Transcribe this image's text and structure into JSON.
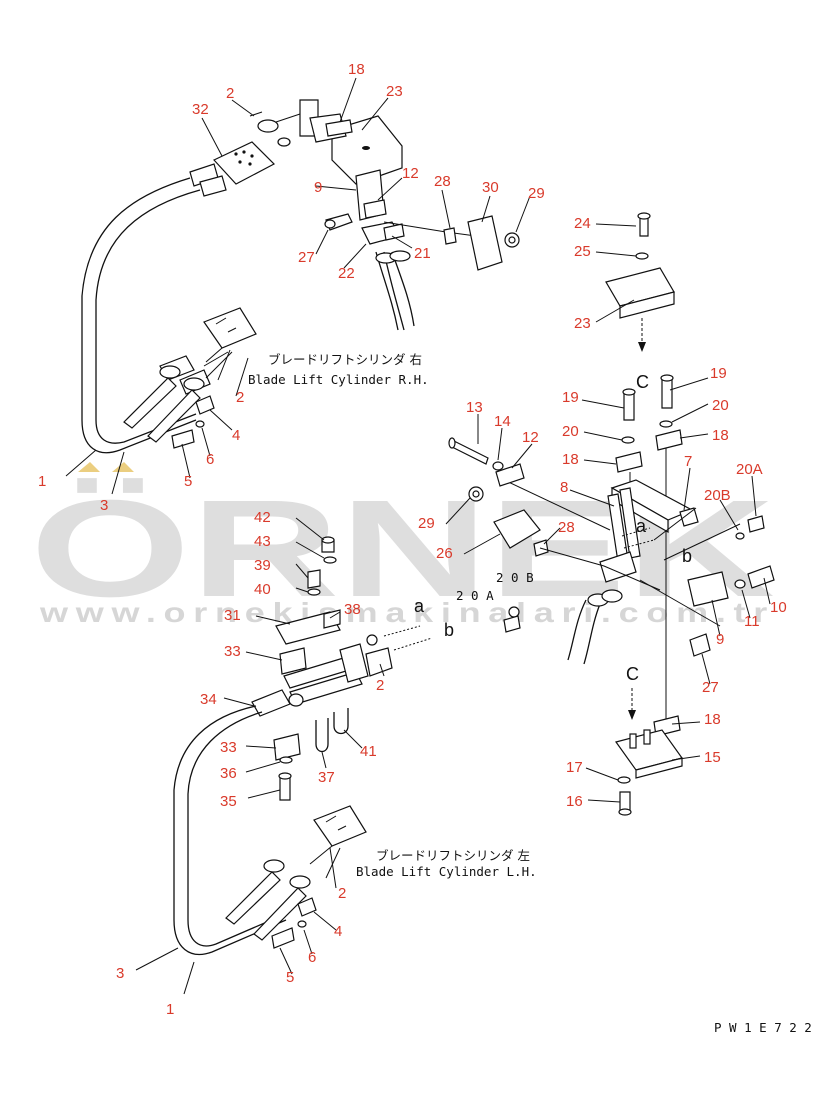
{
  "callouts": {
    "n18a": "18",
    "n2a": "2",
    "n23a": "23",
    "n32": "32",
    "n9a": "9",
    "n12a": "12",
    "n28a": "28",
    "n30": "30",
    "n29a": "29",
    "n27a": "27",
    "n22": "22",
    "n21": "21",
    "n24": "24",
    "n25": "25",
    "n23b": "23",
    "n2b": "2",
    "n4a": "4",
    "n6a": "6",
    "n5a": "5",
    "n1a": "1",
    "n3a": "3",
    "n19a": "19",
    "n19b": "19",
    "n20a": "20",
    "n20b": "20",
    "n18b": "18",
    "n18c": "18",
    "n13": "13",
    "n14": "14",
    "n12b": "12",
    "n7": "7",
    "n8": "8",
    "n20A_a": "20A",
    "n20B_a": "20B",
    "n29b": "29",
    "n26": "26",
    "n28b": "28",
    "n10": "10",
    "n11": "11",
    "n9b": "9",
    "n27b": "27",
    "n42": "42",
    "n43": "43",
    "n39": "39",
    "n40": "40",
    "n31": "31",
    "n38": "38",
    "n33a": "33",
    "n34": "34",
    "n2c": "2",
    "n33b": "33",
    "n36": "36",
    "n35": "35",
    "n37": "37",
    "n41": "41",
    "n18d": "18",
    "n15": "15",
    "n17": "17",
    "n16": "16",
    "n2d": "2",
    "n4b": "4",
    "n6b": "6",
    "n5b": "5",
    "n3b": "3",
    "n1b": "1"
  },
  "labels": {
    "rh_jp": "ブレードリフトシリンダ 右",
    "rh_en": "Blade Lift Cylinder R.H.",
    "lh_jp": "ブレードリフトシリンダ 左",
    "lh_en": "Blade Lift Cylinder L.H.",
    "view_c1": "C",
    "view_c2": "C",
    "conn_a1": "a",
    "conn_b1": "b",
    "conn_a2": "a",
    "conn_b2": "b",
    "port_20B": "2 0 B",
    "port_20A": "2 0 A",
    "drawing_code": "P W 1 E 7 2 2"
  },
  "watermark": {
    "brand": "ÖRNEK",
    "url": "www.ornekismakinalari.com.tr"
  },
  "colors": {
    "callout": "#d93a2b",
    "line": "#111111",
    "watermark": "#d9d9d9"
  }
}
